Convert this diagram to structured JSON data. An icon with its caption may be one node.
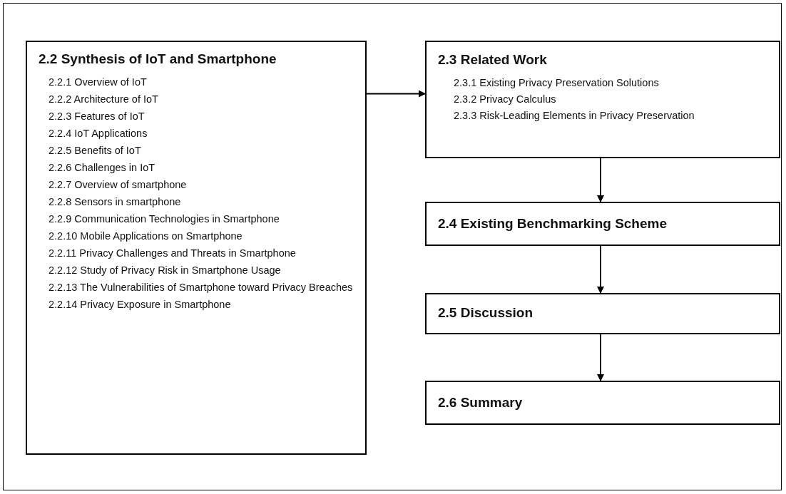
{
  "diagram": {
    "nodes": [
      {
        "text": [
          "2.2 Synthesis of IoT and Smartphone",
          "2.2.1 Overview of IoT",
          "2.2.2 Architecture of IoT",
          "2.2.3 Features of IoT",
          "2.2.4 IoT Applications",
          "2.2.5 Benefits of IoT",
          "2.2.6 Challenges in IoT",
          "2.2.7 Overview of smartphone",
          "2.2.8 Sensors in smartphone",
          "2.2.9 Communication Technologies in Smartphone",
          "2.2.10 Mobile Applications on Smartphone",
          "2.2.11 Privacy Challenges and Threats in Smartphone",
          "2.2.12 Study of Privacy Risk in Smartphone Usage",
          "2.2.13 The Vulnerabilities of Smartphone toward Privacy Breaches",
          "2.2.14 Privacy Exposure in Smartphone"
        ]
      },
      {
        "text": [
          "2.3 Related Work",
          "2.3.1 Existing Privacy Preservation Solutions",
          "2.3.2 Privacy Calculus",
          "2.3.3 Risk-Leading Elements in Privacy Preservation"
        ]
      },
      {
        "text": [
          "2.4 Existing Benchmarking Scheme"
        ]
      },
      {
        "text": [
          "2.5 Discussion"
        ]
      },
      {
        "text": [
          "2.6 Summary"
        ]
      }
    ],
    "edges": [
      {
        "from": 0,
        "to": 1,
        "arrow": "to"
      },
      {
        "from": 1,
        "to": 2,
        "arrow": "to"
      },
      {
        "from": 2,
        "to": 3,
        "arrow": "to"
      },
      {
        "from": 3,
        "to": 4,
        "arrow": "to"
      }
    ]
  }
}
